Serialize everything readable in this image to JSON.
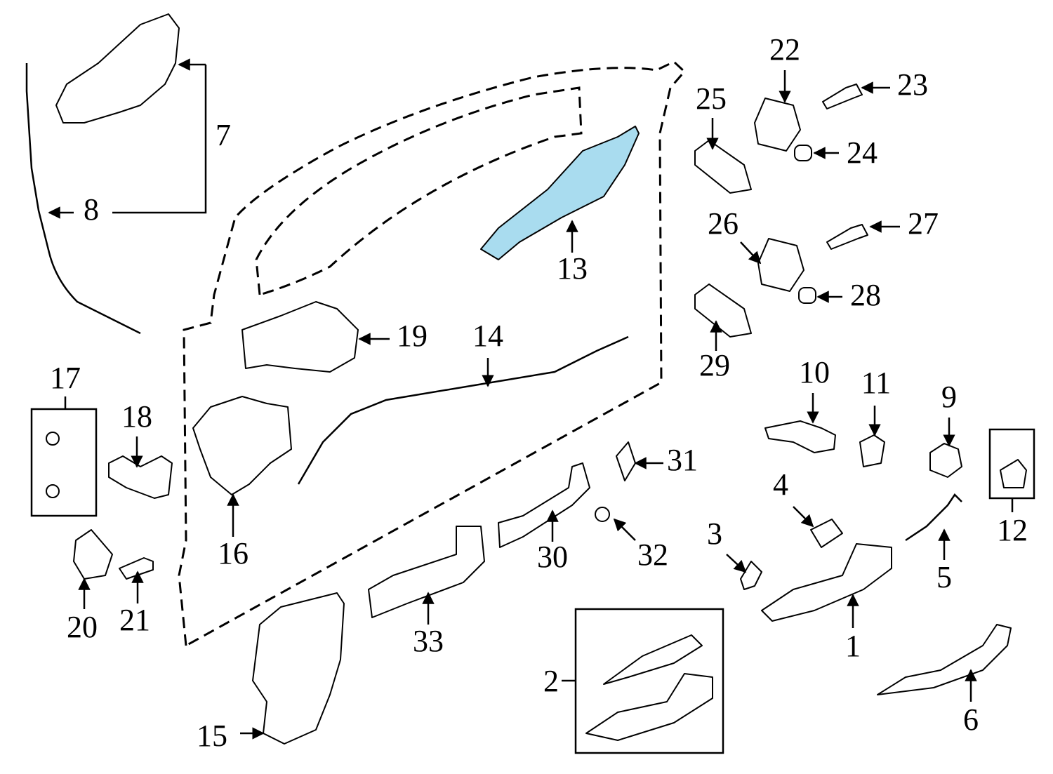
{
  "diagram": {
    "highlight_color": "#a9dcef",
    "highlighted_part": "13",
    "labels": {
      "1": "1",
      "2": "2",
      "3": "3",
      "4": "4",
      "5": "5",
      "6": "6",
      "7": "7",
      "8": "8",
      "9": "9",
      "10": "10",
      "11": "11",
      "12": "12",
      "13": "13",
      "14": "14",
      "15": "15",
      "16": "16",
      "17": "17",
      "18": "18",
      "19": "19",
      "20": "20",
      "21": "21",
      "22": "22",
      "23": "23",
      "24": "24",
      "25": "25",
      "26": "26",
      "27": "27",
      "28": "28",
      "29": "29",
      "30": "30",
      "31": "31",
      "32": "32",
      "33": "33"
    }
  }
}
